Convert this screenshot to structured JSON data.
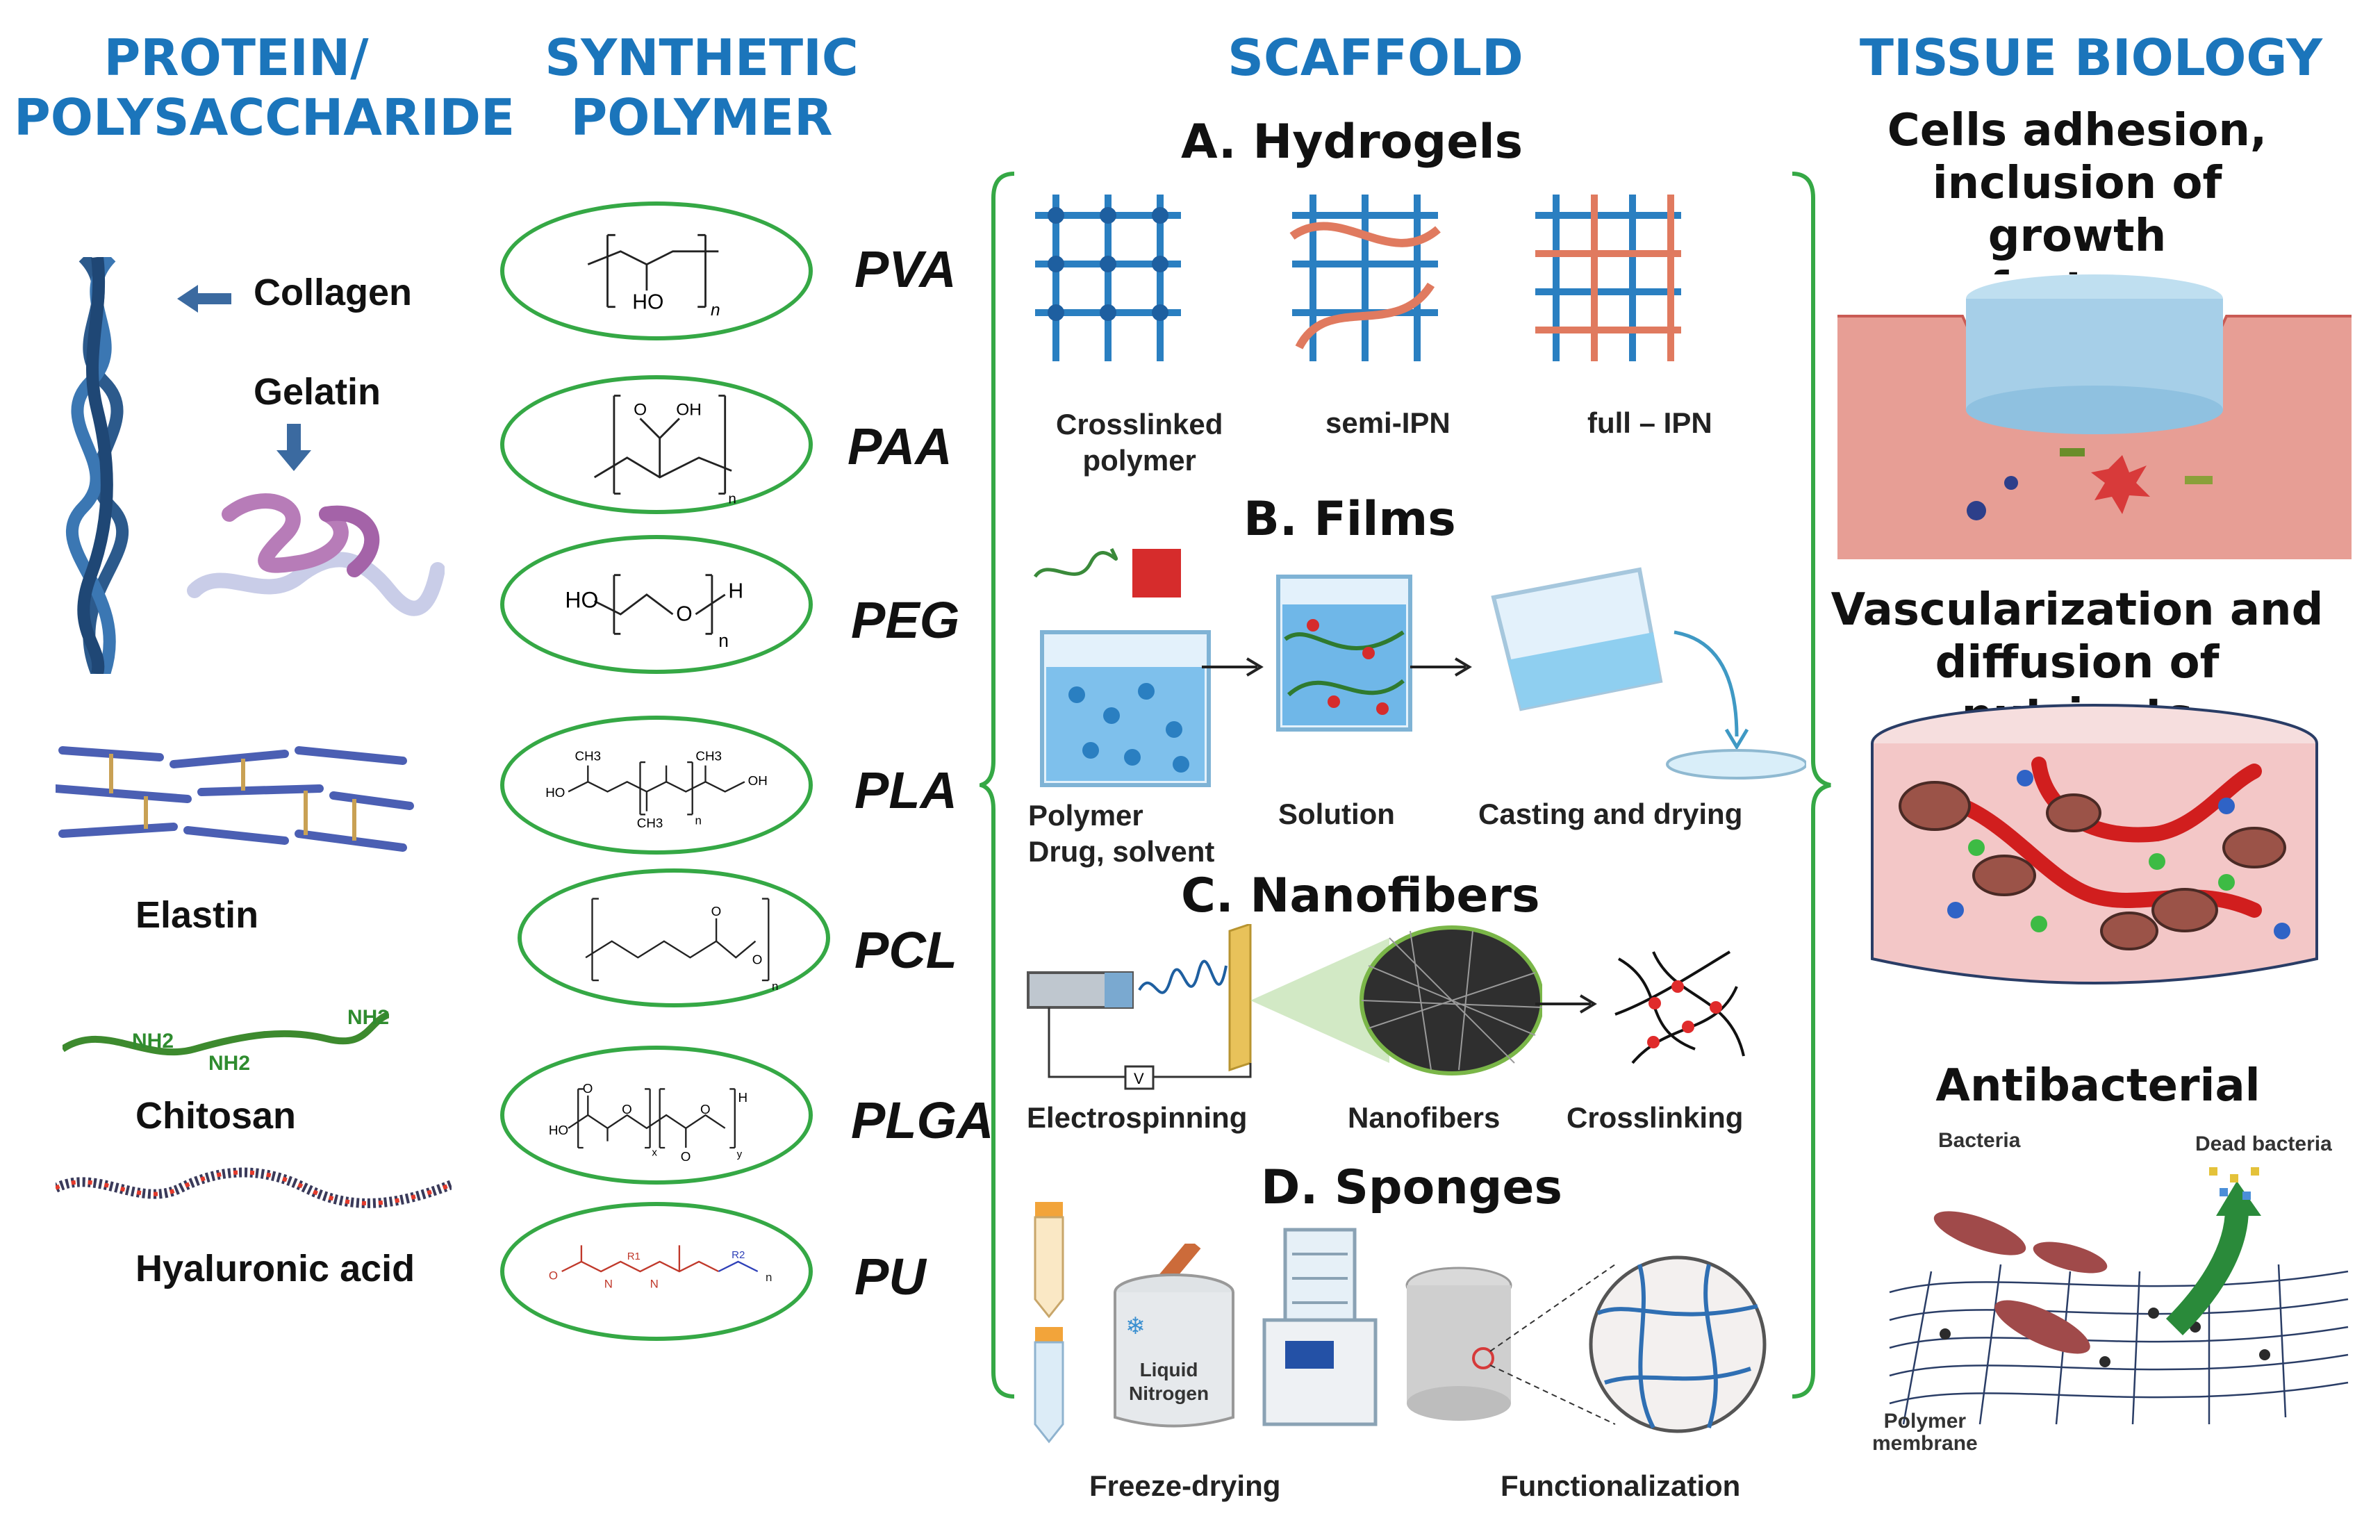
{
  "headers": {
    "protein": "PROTEIN/\nPOLYSACCHARIDE",
    "synthetic": "SYNTHETIC\nPOLYMER",
    "scaffold": "SCAFFOLD",
    "tissue": "TISSUE BIOLOGY"
  },
  "proteins": {
    "collagen": "Collagen",
    "gelatin": "Gelatin",
    "elastin": "Elastin",
    "chitosan": "Chitosan",
    "hyaluronic": "Hyaluronic acid",
    "nh2": "NH2"
  },
  "polymers": [
    {
      "abbr": "PVA"
    },
    {
      "abbr": "PAA"
    },
    {
      "abbr": "PEG"
    },
    {
      "abbr": "PLA"
    },
    {
      "abbr": "PCL"
    },
    {
      "abbr": "PLGA"
    },
    {
      "abbr": "PU"
    }
  ],
  "scaffold": {
    "hydrogels": {
      "title": "A. Hydrogels",
      "items": [
        "Crosslinked\npolymer",
        "semi-IPN",
        "full – IPN"
      ]
    },
    "films": {
      "title": "B. Films",
      "items": [
        "Polymer\nDrug, solvent",
        "Solution",
        "Casting and drying"
      ]
    },
    "nanofibers": {
      "title": "C. Nanofibers",
      "items": [
        "Electrospinning",
        "Nanofibers",
        "Crosslinking"
      ]
    },
    "sponges": {
      "title": "D. Sponges",
      "items": [
        "Freeze-drying",
        "Functionalization"
      ],
      "liquid_nitrogen": "Liquid\nNitrogen"
    }
  },
  "tissue": {
    "adhesion": "Cells adhesion,\ninclusion of growth\nfactors",
    "vascular": "Vascularization and\ndiffusion of nutrients",
    "antibacterial": "Antibacterial",
    "bacteria": "Bacteria",
    "dead_bacteria": "Dead bacteria",
    "membrane": "Polymer\nmembrane"
  },
  "colors": {
    "heading_blue": "#1b75bb",
    "oval_green": "#35a845",
    "bracket_green": "#35a845"
  }
}
